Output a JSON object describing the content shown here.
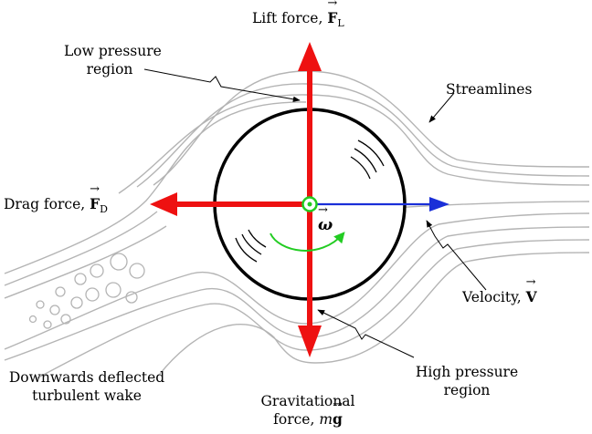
{
  "labels": {
    "lift_force": "Lift force,",
    "lift_symbol": "F",
    "lift_sub": "L",
    "low_pressure_line1": "Low pressure",
    "low_pressure_line2": "region",
    "streamlines": "Streamlines",
    "drag_force": "Drag force,",
    "drag_symbol": "F",
    "drag_sub": "D",
    "omega": "ω",
    "velocity": "Velocity,",
    "velocity_symbol": "V",
    "high_pressure_line1": "High pressure",
    "high_pressure_line2": "region",
    "wake_line1": "Downwards deflected",
    "wake_line2": "turbulent wake",
    "gravity_line1": "Gravitational",
    "gravity_line2_prefix": "force,",
    "gravity_m": "m",
    "gravity_g": "g"
  },
  "colors": {
    "force_arrows": "#ee1111",
    "velocity_arrow": "#1a2fd8",
    "rotation": "#22cc22",
    "streamlines": "#b4b4b4",
    "ball_outline": "#000000"
  }
}
